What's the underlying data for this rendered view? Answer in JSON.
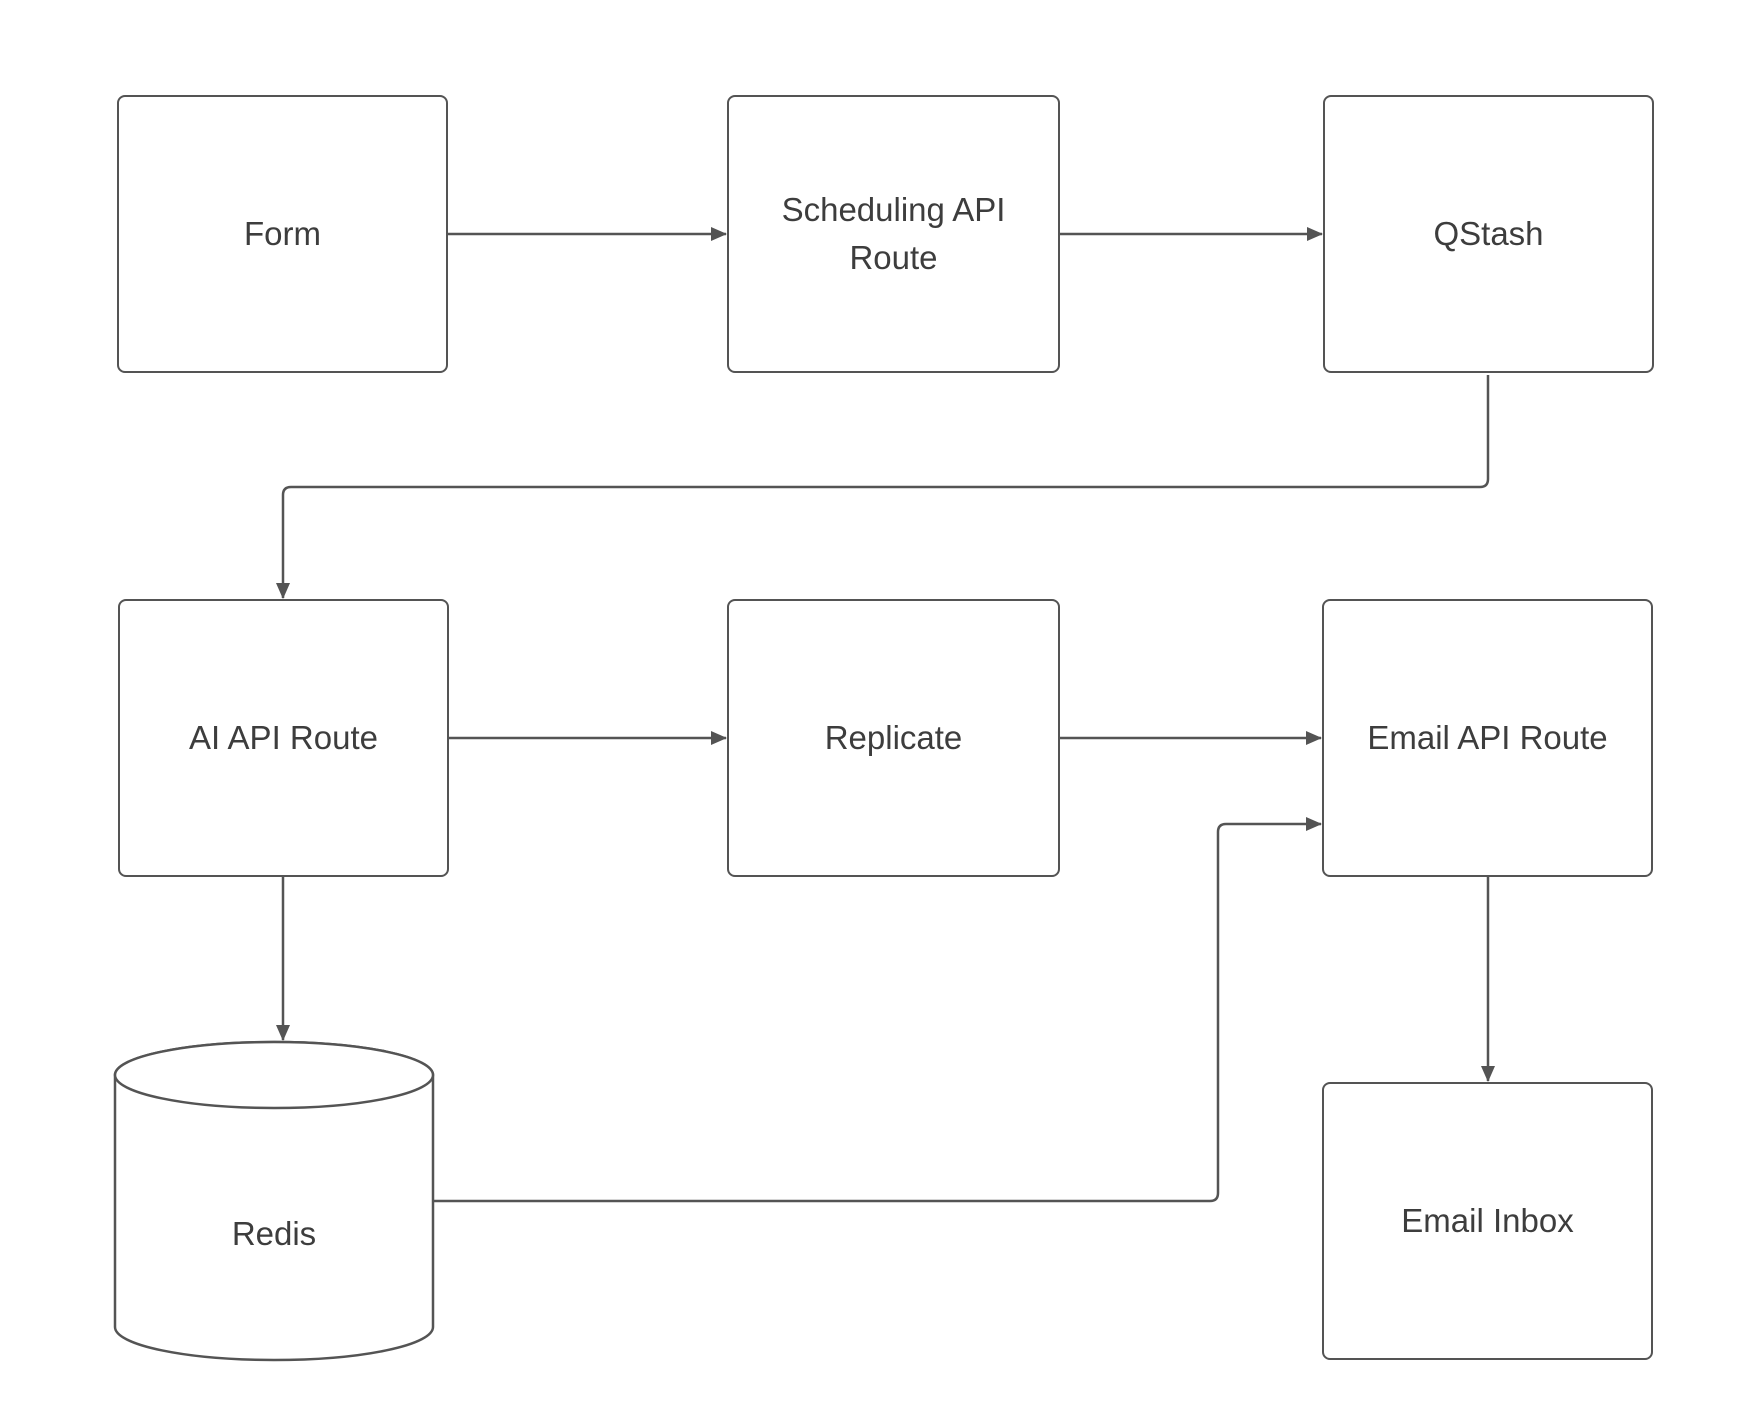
{
  "diagram_type": "flowchart",
  "colors": {
    "background": "#ffffff",
    "node_fill": "#ffffff",
    "stroke": "#545454",
    "text": "#3d3d3d"
  },
  "nodes": {
    "form": {
      "label": "Form",
      "shape": "rectangle"
    },
    "scheduling_api_route": {
      "label": "Scheduling API Route",
      "shape": "rectangle"
    },
    "qstash": {
      "label": "QStash",
      "shape": "rectangle"
    },
    "ai_api_route": {
      "label": "AI API Route",
      "shape": "rectangle"
    },
    "replicate": {
      "label": "Replicate",
      "shape": "rectangle"
    },
    "email_api_route": {
      "label": "Email API Route",
      "shape": "rectangle"
    },
    "redis": {
      "label": "Redis",
      "shape": "cylinder"
    },
    "email_inbox": {
      "label": "Email Inbox",
      "shape": "rectangle"
    }
  },
  "edges": [
    {
      "from": "form",
      "to": "scheduling_api_route"
    },
    {
      "from": "scheduling_api_route",
      "to": "qstash"
    },
    {
      "from": "qstash",
      "to": "ai_api_route"
    },
    {
      "from": "ai_api_route",
      "to": "replicate"
    },
    {
      "from": "replicate",
      "to": "email_api_route"
    },
    {
      "from": "ai_api_route",
      "to": "redis"
    },
    {
      "from": "redis",
      "to": "email_api_route"
    },
    {
      "from": "email_api_route",
      "to": "email_inbox"
    }
  ]
}
